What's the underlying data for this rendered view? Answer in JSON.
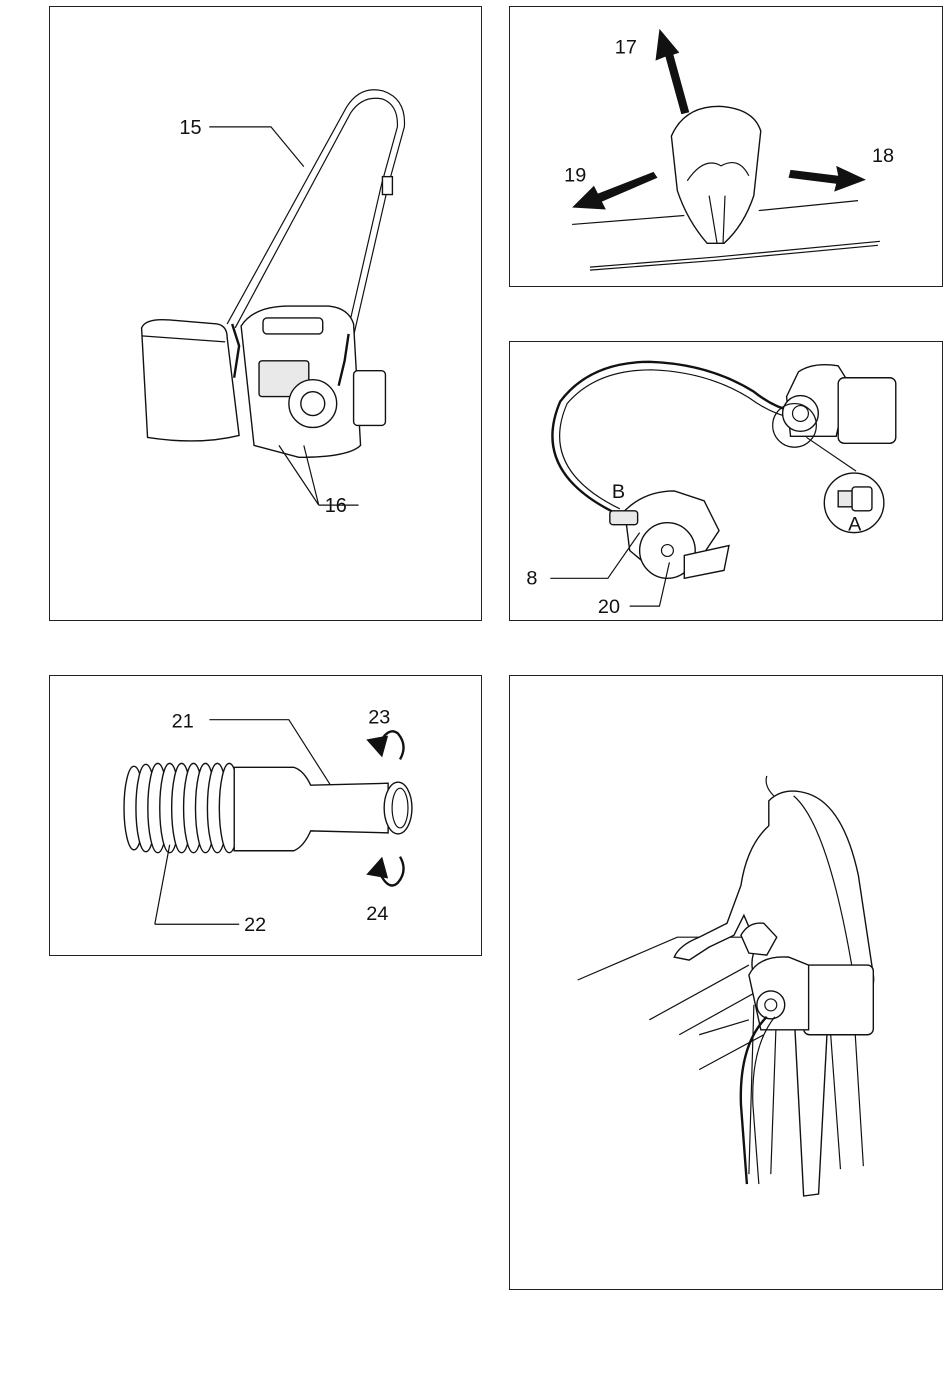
{
  "figures": [
    {
      "id": "strap",
      "callouts": {
        "strap": "15",
        "hooks": "16"
      }
    },
    {
      "id": "strap-adjust",
      "callouts": {
        "up": "17",
        "right": "18",
        "left": "19"
      }
    },
    {
      "id": "hose-connection",
      "callouts": {
        "adapter_a": "A",
        "port_b": "B",
        "dust_nozzle": "8",
        "saw": "20"
      }
    },
    {
      "id": "hose-cuff",
      "callouts": {
        "cuff": "21",
        "hose": "22",
        "turn_cw": "23",
        "turn_ccw": "24"
      }
    },
    {
      "id": "operator-view",
      "callouts": {}
    }
  ]
}
